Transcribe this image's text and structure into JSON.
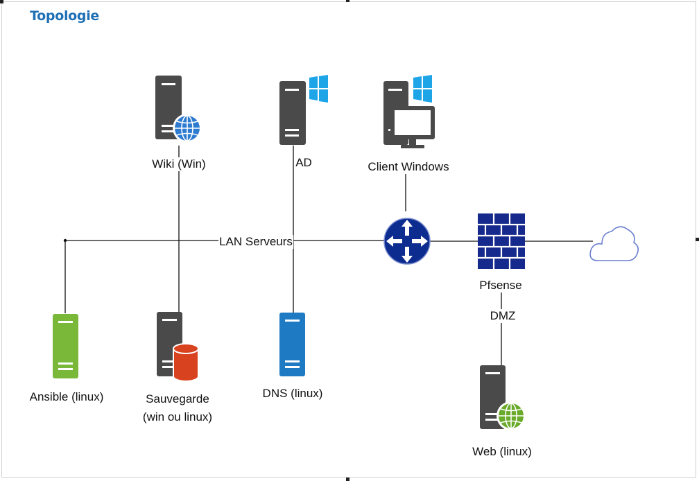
{
  "title": "Topologie",
  "networks": {
    "lan": "LAN Serveurs",
    "dmz": "DMZ"
  },
  "nodes": {
    "wiki": {
      "label": "Wiki (Win)",
      "icon": "server-globe-icon"
    },
    "ad": {
      "label": "AD",
      "icon": "server-windows-icon"
    },
    "client": {
      "label": "Client Windows",
      "icon": "workstation-windows-icon"
    },
    "router": {
      "label": "",
      "icon": "router-icon"
    },
    "pfsense": {
      "label": "Pfsense",
      "icon": "firewall-icon"
    },
    "cloud": {
      "label": "",
      "icon": "cloud-icon"
    },
    "ansible": {
      "label": "Ansible (linux)",
      "icon": "server-green-icon"
    },
    "sauvegarde": {
      "label_line1": "Sauvegarde",
      "label_line2": "(win ou linux)",
      "icon": "server-database-icon"
    },
    "dns": {
      "label": "DNS (linux)",
      "icon": "server-blue-icon"
    },
    "web": {
      "label": "Web (linux)",
      "icon": "server-globe-green-icon"
    }
  },
  "colors": {
    "title": "#1f6fb5",
    "server_dark": "#4a4a4a",
    "router_fill": "#0d2c8f",
    "firewall_fill": "#16298c",
    "windows_blue": "#1ea5e8",
    "globe_blue": "#2d7bd0",
    "globe_green": "#6aaa2a",
    "server_green": "#7ab83a",
    "server_blue": "#1f7ac4",
    "database_red": "#d9421f",
    "cloud_stroke": "#6b7fd0"
  }
}
